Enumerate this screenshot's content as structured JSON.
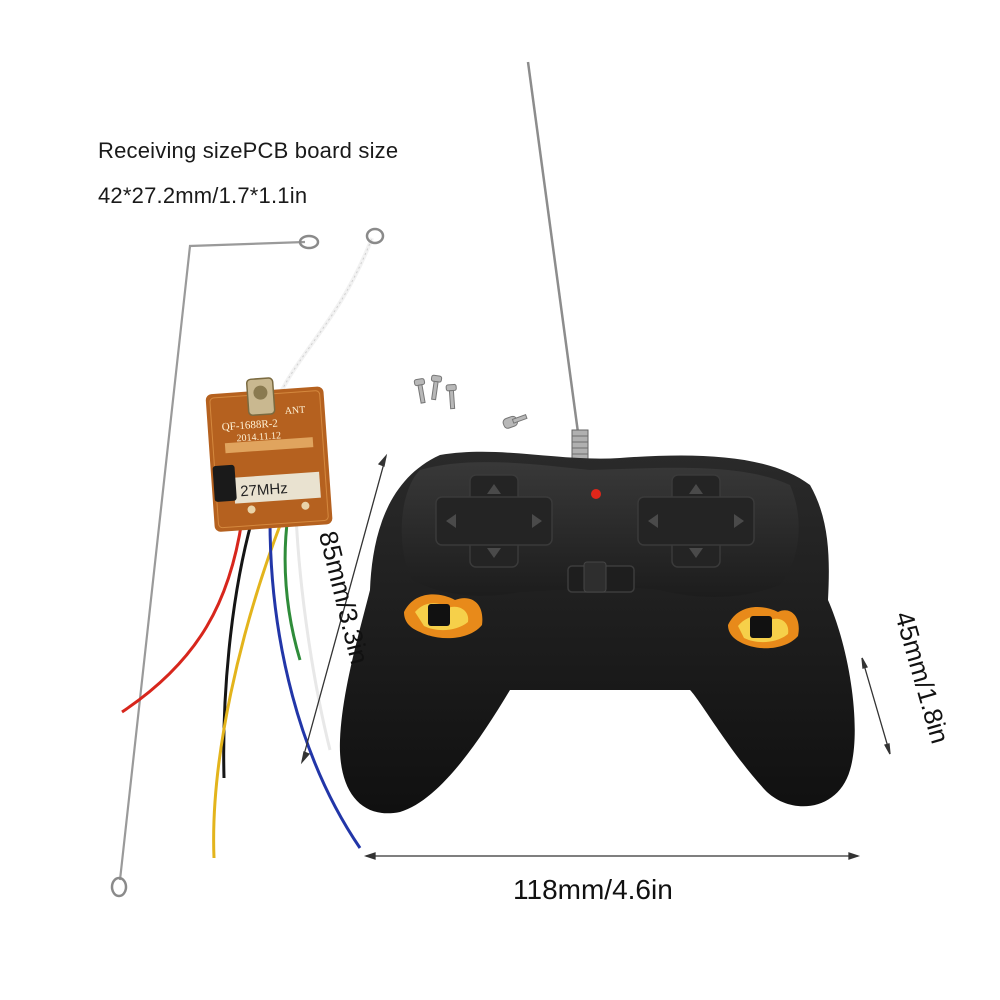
{
  "captions": {
    "line1": "Receiving sizePCB board size",
    "line2": "42*27.2mm/1.7*1.1in"
  },
  "dimensions": {
    "height": "85mm/3.3in",
    "grip_height": "45mm/1.8in",
    "width": "118mm/4.6in"
  },
  "pcb": {
    "ant_label": "ANT",
    "model": "QF-1688R-2",
    "date": "2014.11.12",
    "frequency_label": "27MHz"
  },
  "colors": {
    "pcb": "#b5611f",
    "controller": "#1b1b1b",
    "wire_red": "#d7261c",
    "wire_yellow": "#e3b41c",
    "wire_blue": "#2236a8",
    "wire_green": "#2f8c3a",
    "led": "#e0261a"
  }
}
